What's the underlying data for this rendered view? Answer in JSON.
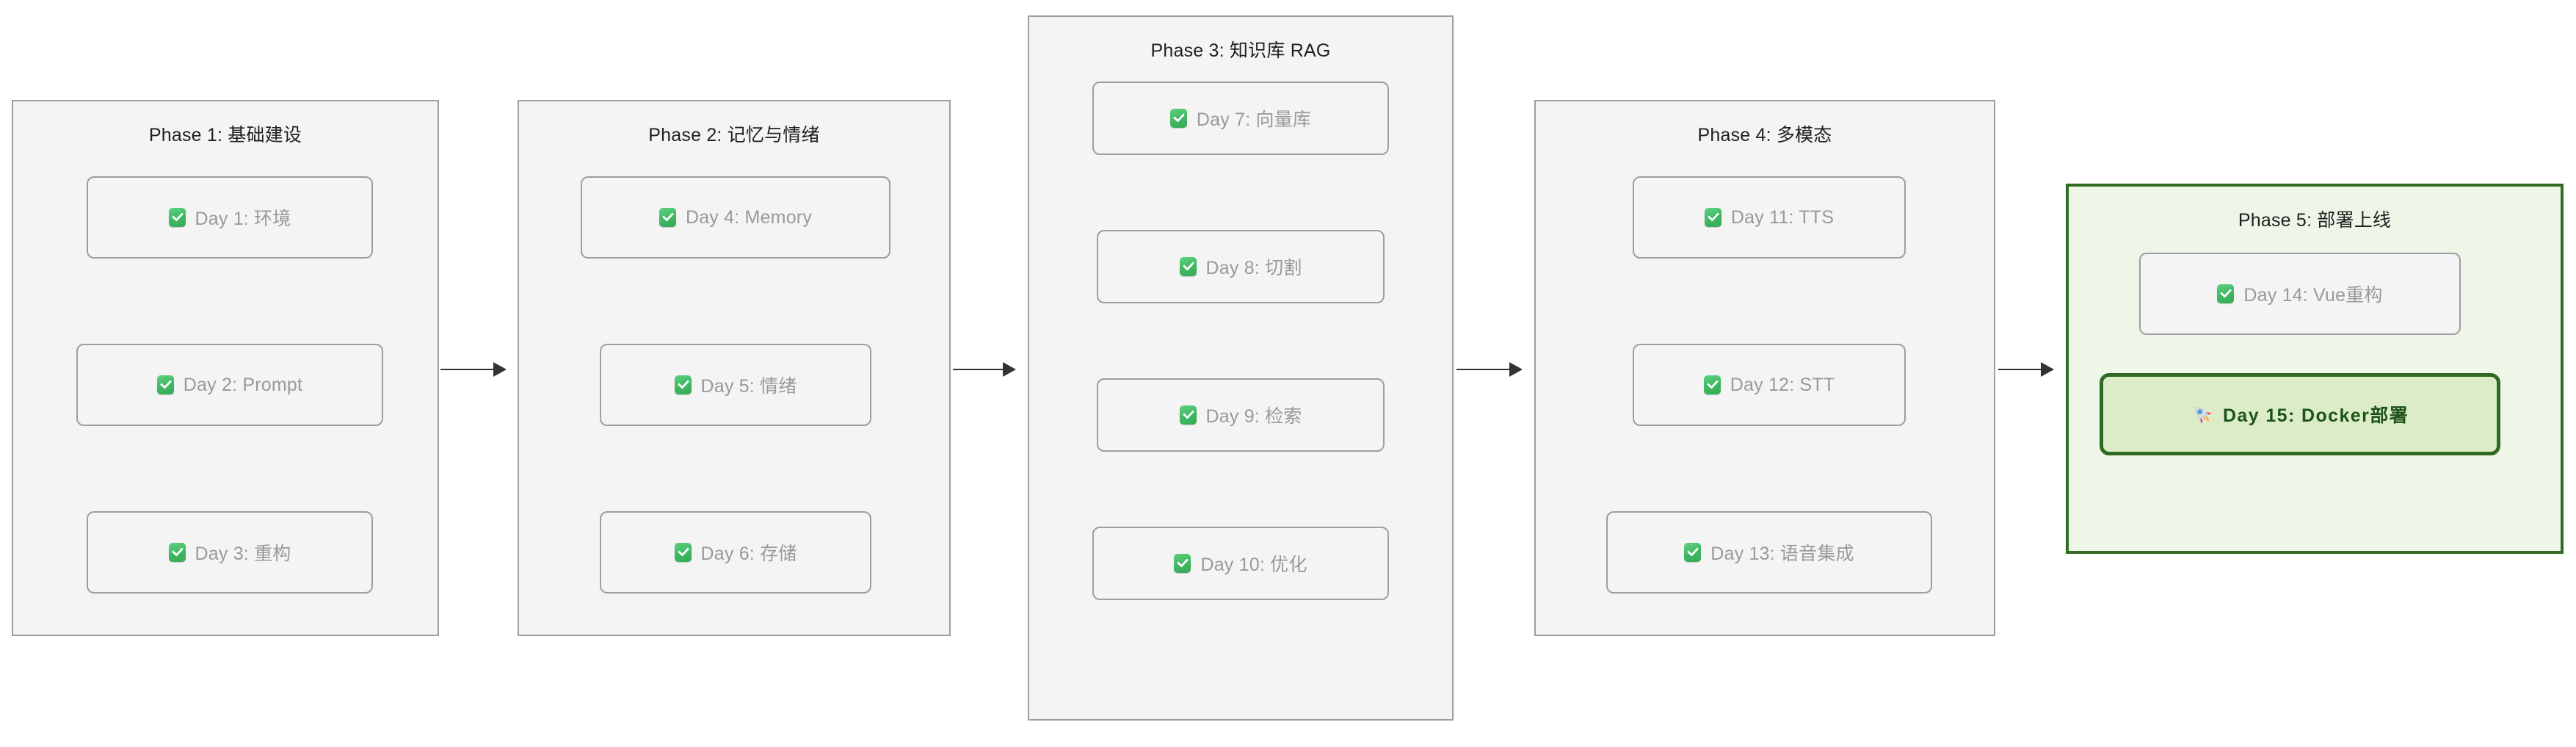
{
  "diagram": {
    "type": "flowchart-lr-subgraphs",
    "background": "#ffffff",
    "colors": {
      "container_fill": "#f4f4f4",
      "container_border": "#9e9e9e",
      "node_fill": "#f4f4f4",
      "node_border": "#9e9e9e",
      "node_text": "#999999",
      "highlight_container_fill": "#eef6e8",
      "highlight_container_border": "#2f6b22",
      "highlight_node_fill": "#dcecc8",
      "highlight_node_border": "#2f6b22",
      "highlight_node_text": "#1d5317",
      "arrow": "#333333",
      "check_green": "#3fb862"
    },
    "phases": [
      {
        "id": "phase-1",
        "title": "Phase 1: 基础建设",
        "highlight": false,
        "nodes": [
          {
            "id": "day-1",
            "icon": "checkbox-checked-icon",
            "label": "Day 1: 环境",
            "current": false
          },
          {
            "id": "day-2",
            "icon": "checkbox-checked-icon",
            "label": "Day 2: Prompt",
            "current": false
          },
          {
            "id": "day-3",
            "icon": "checkbox-checked-icon",
            "label": "Day 3: 重构",
            "current": false
          }
        ]
      },
      {
        "id": "phase-2",
        "title": "Phase 2: 记忆与情绪",
        "highlight": false,
        "nodes": [
          {
            "id": "day-4",
            "icon": "checkbox-checked-icon",
            "label": "Day 4: Memory",
            "current": false
          },
          {
            "id": "day-5",
            "icon": "checkbox-checked-icon",
            "label": "Day 5: 情绪",
            "current": false
          },
          {
            "id": "day-6",
            "icon": "checkbox-checked-icon",
            "label": "Day 6: 存储",
            "current": false
          }
        ]
      },
      {
        "id": "phase-3",
        "title": "Phase 3: 知识库 RAG",
        "highlight": false,
        "nodes": [
          {
            "id": "day-7",
            "icon": "checkbox-checked-icon",
            "label": "Day 7: 向量库",
            "current": false
          },
          {
            "id": "day-8",
            "icon": "checkbox-checked-icon",
            "label": "Day 8: 切割",
            "current": false
          },
          {
            "id": "day-9",
            "icon": "checkbox-checked-icon",
            "label": "Day 9: 检索",
            "current": false
          },
          {
            "id": "day-10",
            "icon": "checkbox-checked-icon",
            "label": "Day 10: 优化",
            "current": false
          }
        ]
      },
      {
        "id": "phase-4",
        "title": "Phase 4: 多模态",
        "highlight": false,
        "nodes": [
          {
            "id": "day-11",
            "icon": "checkbox-checked-icon",
            "label": "Day 11: TTS",
            "current": false
          },
          {
            "id": "day-12",
            "icon": "checkbox-checked-icon",
            "label": "Day 12: STT",
            "current": false
          },
          {
            "id": "day-13",
            "icon": "checkbox-checked-icon",
            "label": "Day 13: 语音集成",
            "current": false
          }
        ]
      },
      {
        "id": "phase-5",
        "title": "Phase 5: 部署上线",
        "highlight": true,
        "nodes": [
          {
            "id": "day-14",
            "icon": "checkbox-checked-icon",
            "label": "Day 14: Vue重构",
            "current": false
          },
          {
            "id": "day-15",
            "icon": "rocket-icon",
            "label": "Day 15: Docker部署",
            "current": true
          }
        ]
      }
    ],
    "connections": [
      {
        "id": "arrow-1-2",
        "from": "phase-1",
        "to": "phase-2"
      },
      {
        "id": "arrow-2-3",
        "from": "phase-2",
        "to": "phase-3"
      },
      {
        "id": "arrow-3-4",
        "from": "phase-3",
        "to": "phase-4"
      },
      {
        "id": "arrow-4-5",
        "from": "phase-4",
        "to": "phase-5"
      }
    ]
  }
}
